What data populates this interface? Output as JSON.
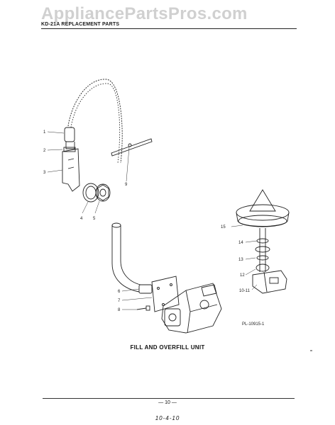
{
  "header": {
    "title": "KD-21A REPLACEMENT PARTS"
  },
  "watermark": {
    "text": "AppliancePartsPros.com"
  },
  "diagram": {
    "callouts": [
      "1",
      "2",
      "3",
      "4",
      "5",
      "6",
      "7",
      "8",
      "9",
      "10-11",
      "12",
      "13",
      "14",
      "15"
    ],
    "part_number": "PL-10915-1"
  },
  "caption": "FILL AND OVERFILL UNIT",
  "footer": {
    "page_number": "— 10 —",
    "handwritten_date": "10-4-10"
  }
}
